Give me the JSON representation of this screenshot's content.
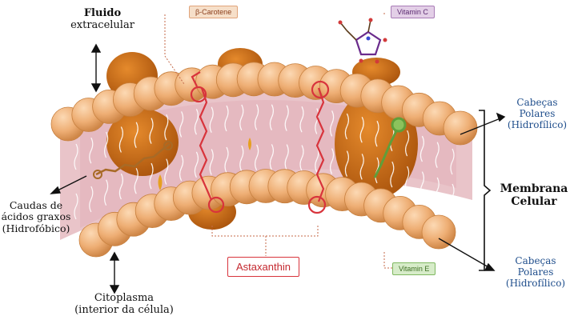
{
  "labels": {
    "fluido_1": "Fluido",
    "fluido_2": "extracelular",
    "caudas_1": "Caudas de",
    "caudas_2": "ácidos graxos",
    "caudas_3": "(Hidrofóbico)",
    "citoplasma_1": "Citoplasma",
    "citoplasma_2": "(interior da célula)",
    "cabecas_top_1": "Cabeças",
    "cabecas_top_2": "Polares",
    "cabecas_top_3": "(Hidrofílico)",
    "membrana_1": "Membrana",
    "membrana_2": "Celular",
    "cabecas_bot_1": "Cabeças",
    "cabecas_bot_2": "Polares",
    "cabecas_bot_3": "(Hidrofílico)"
  },
  "tags": {
    "beta_carotene": "β-Carotene",
    "vitamin_c": "Vitamin C",
    "vitamin_e": "Vitamin E",
    "astaxanthin": "Astaxanthin"
  },
  "colors": {
    "head_fill": "#eeae74",
    "head_edge": "#c7803f",
    "interior": "#e9c4c9",
    "protein": "#c96a12",
    "carotenoid": "#d8343c",
    "vitamin_e": "#5f9e3a",
    "beta_tag_bg": "#f6dfc9",
    "vitc_tag_bg": "#e3cfe7",
    "vite_tag_bg": "#d7ecc9",
    "blue_text": "#1f4e8c"
  },
  "icons": [
    "vitamin-c-molecule-icon"
  ]
}
